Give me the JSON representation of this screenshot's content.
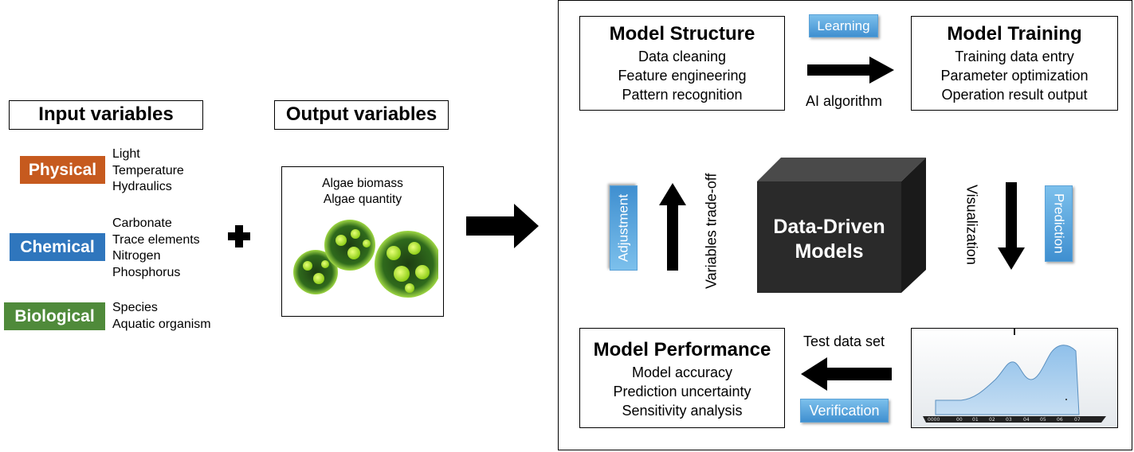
{
  "input": {
    "title": "Input variables",
    "groups": [
      {
        "name": "Physical",
        "color": "#c65a1e",
        "items": [
          "Light",
          "Temperature",
          "Hydraulics"
        ]
      },
      {
        "name": "Chemical",
        "color": "#2f76bd",
        "items": [
          "Carbonate",
          "Trace elements",
          "Nitrogen",
          "Phosphorus"
        ]
      },
      {
        "name": "Biological",
        "color": "#4f8a3a",
        "items": [
          "Species",
          "Aquatic organism"
        ]
      }
    ]
  },
  "output": {
    "title": "Output variables",
    "items": [
      "Algae biomass",
      "Algae quantity"
    ]
  },
  "model_structure": {
    "title": "Model Structure",
    "items": [
      "Data cleaning",
      "Feature engineering",
      "Pattern recognition"
    ]
  },
  "model_training": {
    "title": "Model Training",
    "items": [
      "Training data entry",
      "Parameter optimization",
      "Operation result output"
    ]
  },
  "model_performance": {
    "title": "Model Performance",
    "items": [
      "Model accuracy",
      "Prediction uncertainty",
      "Sensitivity analysis"
    ]
  },
  "core": {
    "line1": "Data-Driven",
    "line2": "Models"
  },
  "tags": {
    "learning": "Learning",
    "adjustment": "Adjustment",
    "prediction": "Prediction",
    "verification": "Verification"
  },
  "labels": {
    "ai_algorithm": "AI algorithm",
    "variables_tradeoff": "Variables trade-off",
    "visualization": "Visualization",
    "test_data_set": "Test data set"
  },
  "colors": {
    "tag": "#4a9ad8",
    "cube": "#2a2a2a",
    "area_fill": "#a9cdec"
  }
}
